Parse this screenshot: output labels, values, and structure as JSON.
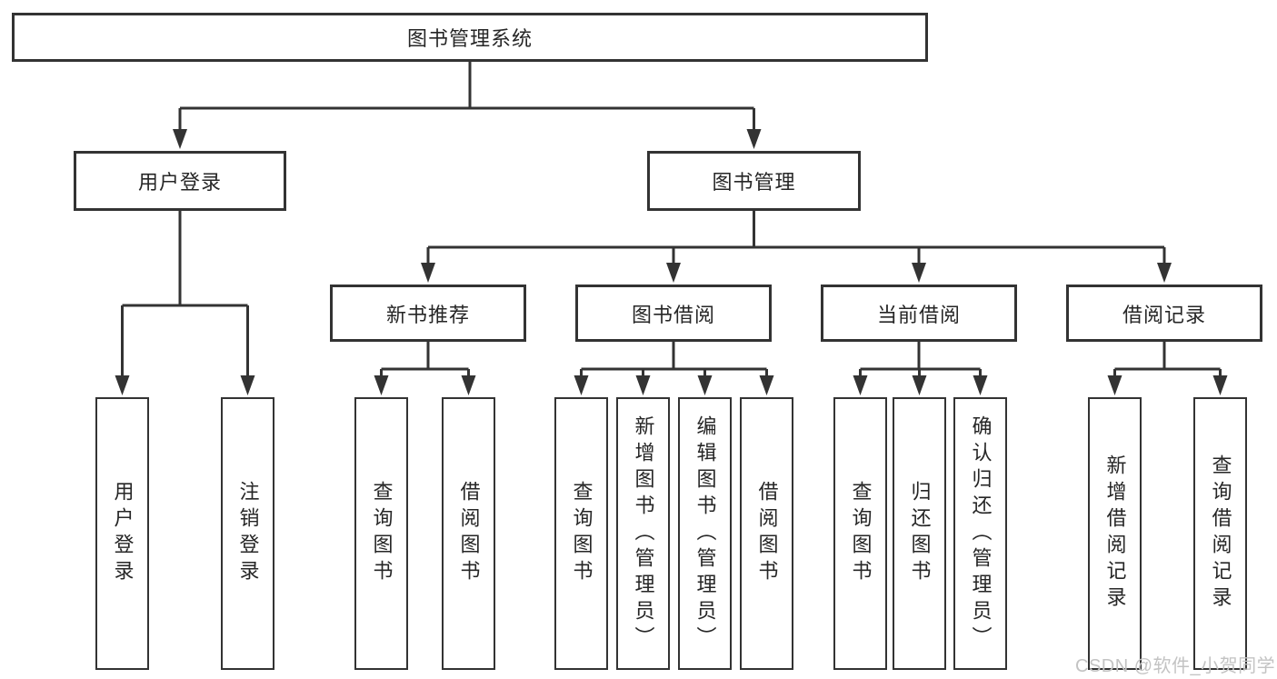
{
  "page": {
    "background": "#ffffff",
    "line_color": "#333333",
    "text_color": "#262626",
    "watermark_color": "#c3c3c3"
  },
  "tree": {
    "root": {
      "label": "图书管理系统"
    },
    "user_login": {
      "label": "用户登录",
      "children": [
        {
          "label": "用户登录"
        },
        {
          "label": "注销登录"
        }
      ]
    },
    "book_mgmt": {
      "label": "图书管理",
      "sections": [
        {
          "label": "新书推荐",
          "children": [
            {
              "label": "查询图书"
            },
            {
              "label": "借阅图书"
            }
          ]
        },
        {
          "label": "图书借阅",
          "children": [
            {
              "label": "查询图书"
            },
            {
              "label": "新增图书（管理员）"
            },
            {
              "label": "编辑图书（管理员）"
            },
            {
              "label": "借阅图书"
            }
          ]
        },
        {
          "label": "当前借阅",
          "children": [
            {
              "label": "查询图书"
            },
            {
              "label": "归还图书"
            },
            {
              "label": "确认归还（管理员）"
            }
          ]
        },
        {
          "label": "借阅记录",
          "children": [
            {
              "label": "新增借阅记录"
            },
            {
              "label": "查询借阅记录"
            }
          ]
        }
      ]
    }
  },
  "watermark": {
    "text": "CSDN @软件_小贺同学"
  }
}
